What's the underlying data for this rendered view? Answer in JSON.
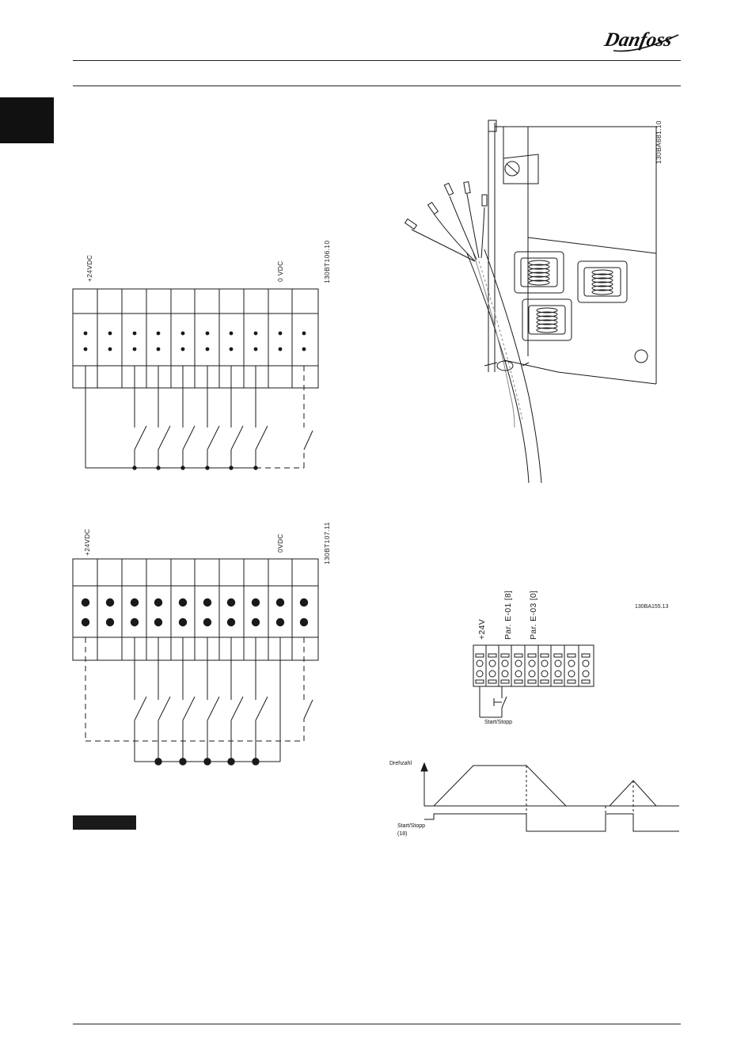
{
  "brand": {
    "name": "Danfoss"
  },
  "diagram_pnp": {
    "label_24v": "+24VDC",
    "label_0v": "0 VDC",
    "ref_code": "130BT106.10"
  },
  "diagram_npn": {
    "label_24v": "+24VDC",
    "label_0v": "0VDC",
    "ref_code": "130BT107.11"
  },
  "cable_drawing": {
    "ref_code": "130BA681.10"
  },
  "start_stop_wiring": {
    "label_24v": "+24V",
    "label_par_e01": "Par. E-01 [8]",
    "label_par_e03": "Par. E-03 [0]",
    "label_switch": "Start/Stopp",
    "ref_code": "130BA155.13"
  },
  "speed_diagram": {
    "ylabel": "Drehzahl",
    "signal_label_line1": "Start/Stopp",
    "signal_label_line2": "(18)"
  },
  "colors": {
    "ink": "#1a1a1a",
    "gray": "#888888"
  }
}
